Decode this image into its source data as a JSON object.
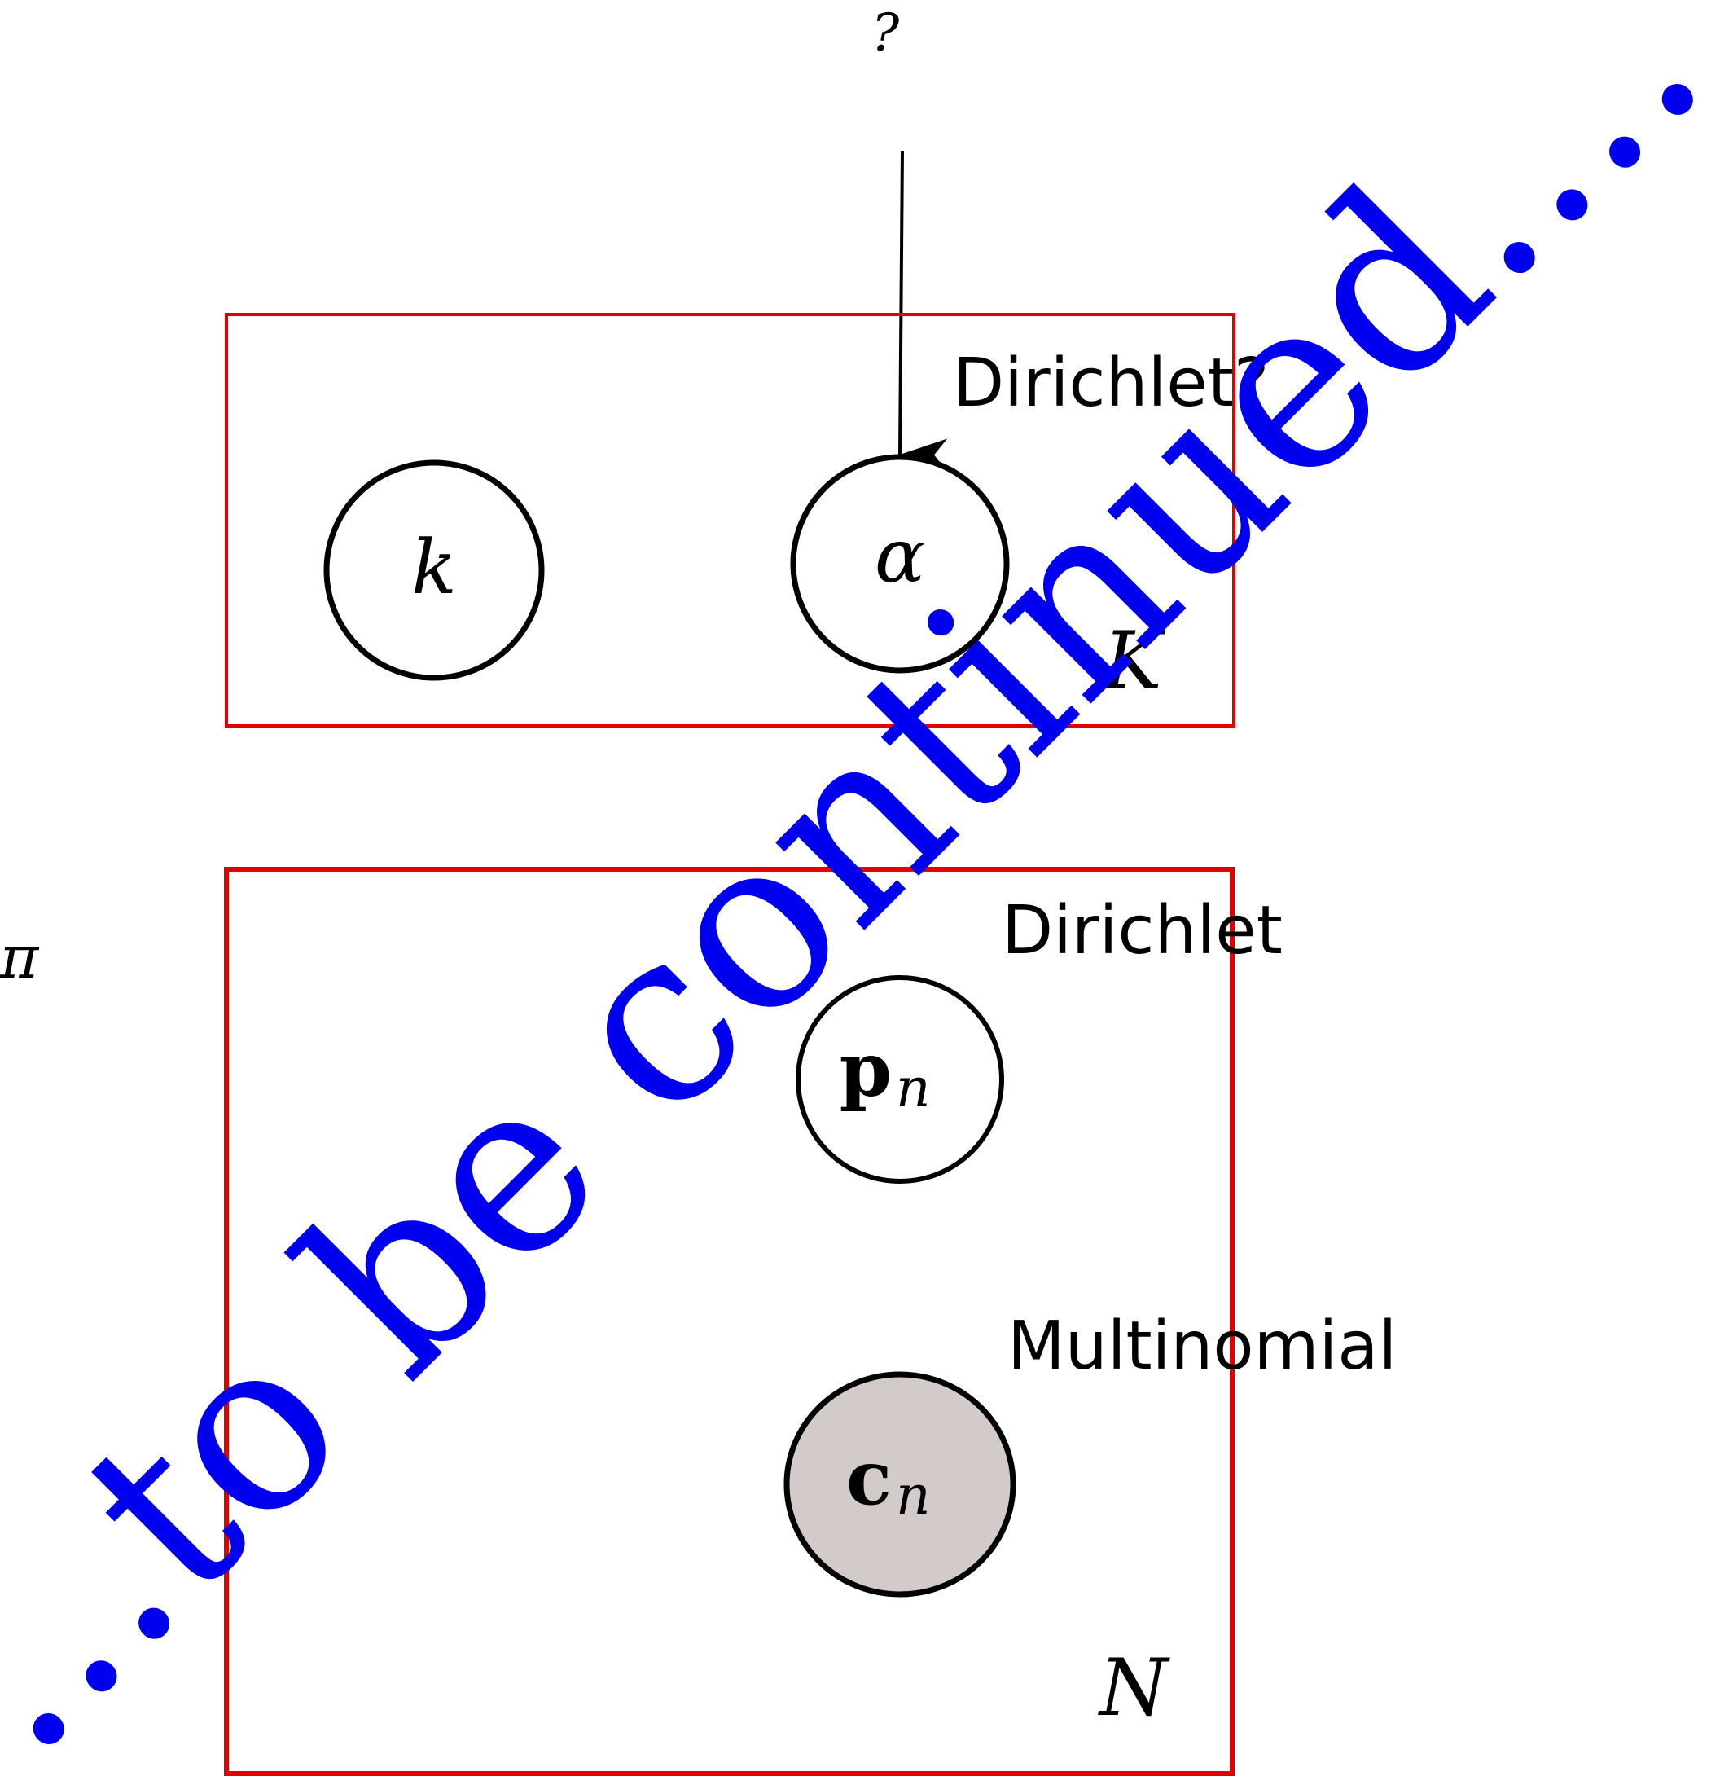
{
  "colors": {
    "plate_border": "#e00000",
    "node_stroke": "#000000",
    "observed_fill": "#d3cbc9",
    "watermark": "#0000ee"
  },
  "top_arrow_label": "?",
  "side_symbol": "π",
  "plates": {
    "top": {
      "index": "K",
      "distribution_label": "Dirichlet?"
    },
    "bottom": {
      "index": "N",
      "distribution_label": "Dirichlet",
      "second_distribution_label": "Multinomial"
    }
  },
  "nodes": {
    "k": {
      "symbol": "k",
      "observed": false
    },
    "alpha": {
      "symbol": "α",
      "observed": false
    },
    "p_n": {
      "base": "p",
      "subscript": "n",
      "observed": false
    },
    "c_n": {
      "base": "c",
      "subscript": "n",
      "observed": true
    }
  },
  "watermark": "...to be continued...."
}
